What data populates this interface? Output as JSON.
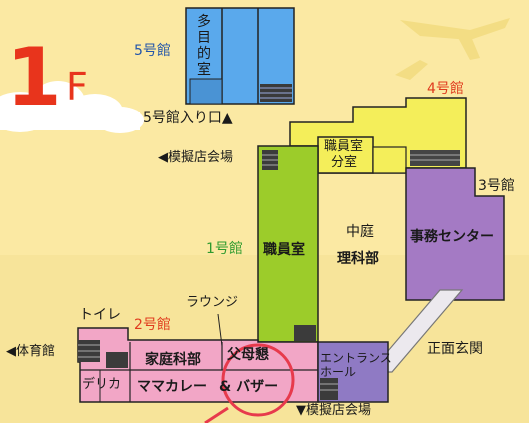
{
  "floor": {
    "number": "1",
    "suffix": "F"
  },
  "buildings": {
    "b5": {
      "label": "5号館",
      "color": "#2255aa"
    },
    "b4": {
      "label": "4号館",
      "color": "#e03b1e"
    },
    "b3": {
      "label": "3号館",
      "color": "#1a1a1a"
    },
    "b2": {
      "label": "2号館",
      "color": "#e03b1e"
    },
    "b1": {
      "label": "1号館",
      "color": "#2e9a2e"
    }
  },
  "rooms": {
    "tamokuteki": "多目的室",
    "shokuinshitsu": "職員室",
    "shokuin_bunshitsu_l1": "職員室",
    "shokuin_bunshitsu_l2": "分室",
    "jimu": "事務センター",
    "nakaniwa": "中庭",
    "rikabu": "理科部",
    "toilet": "トイレ",
    "deli": "デリカ",
    "kateika": "家庭科部",
    "mamacurry": "ママカレー",
    "fubokon": "父母懇",
    "bazaar": "& バザー",
    "entrance_l1": "エントランス",
    "entrance_l2": "ホール",
    "lounge": "ラウンジ",
    "shomen": "正面玄関"
  },
  "markers": {
    "b5_entrance": "5号館入り口▲",
    "mogi_west": "◀模擬店会場",
    "mogi_south": "▼模擬店会場",
    "gym": "◀体育館"
  },
  "colors": {
    "background": "#fbe9a3",
    "b5": "#5aa9ec",
    "b1": "#9ccc2a",
    "b4": "#f4ee5a",
    "b3": "#a47ac4",
    "b2": "#f2a6c6",
    "entrance": "#8f7ac4",
    "floor_red": "#e8341c",
    "highlight": "#e73a4c"
  }
}
